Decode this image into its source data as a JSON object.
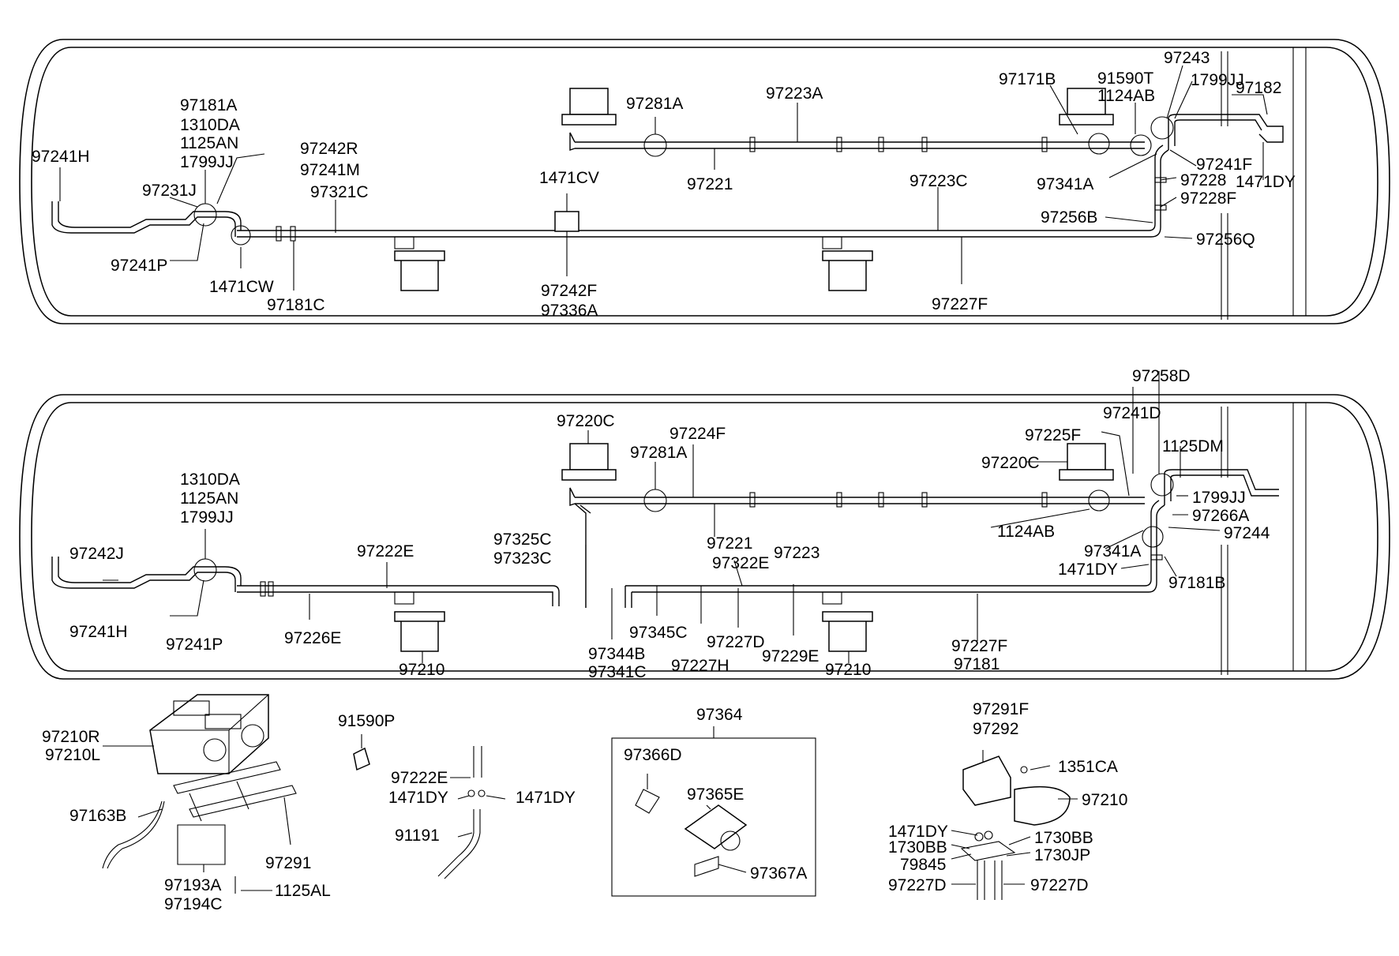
{
  "top_panel": {
    "labels": {
      "l97241H": "97241H",
      "l97181A": "97181A",
      "l1310DA": "1310DA",
      "l1125AN": "1125AN",
      "l1799JJ": "1799JJ",
      "l97231J": "97231J",
      "l97242R": "97242R",
      "l97241M": "97241M",
      "l97321C": "97321C",
      "l97241P": "97241P",
      "l1471CW": "1471CW",
      "l97181C": "97181C",
      "l1471CV": "1471CV",
      "l97242F": "97242F",
      "l97336A": "97336A",
      "l97281A": "97281A",
      "l97223A": "97223A",
      "l97221": "97221",
      "l97223C": "97223C",
      "l97227F": "97227F",
      "l97171B": "97171B",
      "l91590T": "91590T",
      "l1124AB": "1124AB",
      "l97243": "97243",
      "l1799JJb": "1799JJ",
      "l97182": "97182",
      "l97341A": "97341A",
      "l97241F": "97241F",
      "l97228": "97228",
      "l1471DY": "1471DY",
      "l97228F": "97228F",
      "l97256B": "97256B",
      "l97256Q": "97256Q"
    }
  },
  "bottom_panel": {
    "labels": {
      "l1310DA": "1310DA",
      "l1125AN": "1125AN",
      "l1799JJ": "1799JJ",
      "l97242J": "97242J",
      "l97241H": "97241H",
      "l97241P": "97241P",
      "l97222E": "97222E",
      "l97226E": "97226E",
      "l97210a": "97210",
      "l97220C": "97220C",
      "l97224F": "97224F",
      "l97281A": "97281A",
      "l97325C": "97325C",
      "l97323C": "97323C",
      "l97344B": "97344B",
      "l97341C": "97341C",
      "l97345C": "97345C",
      "l97221": "97221",
      "l97223": "97223",
      "l97322E": "97322E",
      "l97227D": "97227D",
      "l97227H": "97227H",
      "l97229E": "97229E",
      "l97210b": "97210",
      "l97227F": "97227F",
      "l97181": "97181",
      "l97258D": "97258D",
      "l97241D": "97241D",
      "l97225F": "97225F",
      "l97220Cb": "97220C",
      "l1125DM": "1125DM",
      "l1799JJb": "1799JJ",
      "l97266A": "97266A",
      "l97244": "97244",
      "l1124AB": "1124AB",
      "l97341A": "97341A",
      "l1471DY": "1471DY",
      "l97181B": "97181B"
    }
  },
  "parts": {
    "labels": {
      "l97210R": "97210R",
      "l97210L": "97210L",
      "l97163B": "97163B",
      "l97291": "97291",
      "l97193A": "97193A",
      "l97194C": "97194C",
      "l1125AL": "1125AL",
      "l91590P": "91590P",
      "l97222E": "97222E",
      "l1471DYa": "1471DY",
      "l1471DYb": "1471DY",
      "l91191": "91191",
      "l97364": "97364",
      "l97366D": "97366D",
      "l97365E": "97365E",
      "l97367A": "97367A",
      "l97291F": "97291F",
      "l97292": "97292",
      "l1351CA": "1351CA",
      "l97210": "97210",
      "l1471DYc": "1471DY",
      "l1730BBa": "1730BB",
      "l1730BBb": "1730BB",
      "l79845": "79845",
      "l1730JP": "1730JP",
      "l97227Da": "97227D",
      "l97227Db": "97227D"
    }
  }
}
